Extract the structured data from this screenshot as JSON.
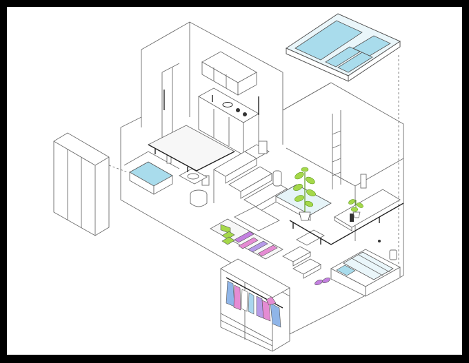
{
  "colors": {
    "frame": "#000000",
    "background": "#ffffff",
    "line": "#6d6d6d",
    "dark_line": "#222222",
    "water_blue": "#a9dcec",
    "plant_green": "#a5d84a",
    "plant_dark": "#5f9b1e",
    "cloth_pink": "#e58bd3",
    "cloth_purple": "#b69ae8",
    "cloth_blue": "#8fb5e8",
    "cloth_lightblue": "#a9d5ee",
    "slipper_purple": "#c37fe0"
  },
  "components": [
    "bathroom-bathtub",
    "toilet",
    "sink",
    "kitchen-upper-cabinets",
    "kitchen-counter",
    "stairs",
    "wardrobe-cabinet",
    "skylight",
    "loft-ladder",
    "potted-plant",
    "living-shelf",
    "desk",
    "bed",
    "closet-clothes-rack",
    "shoe-storage",
    "slippers"
  ]
}
